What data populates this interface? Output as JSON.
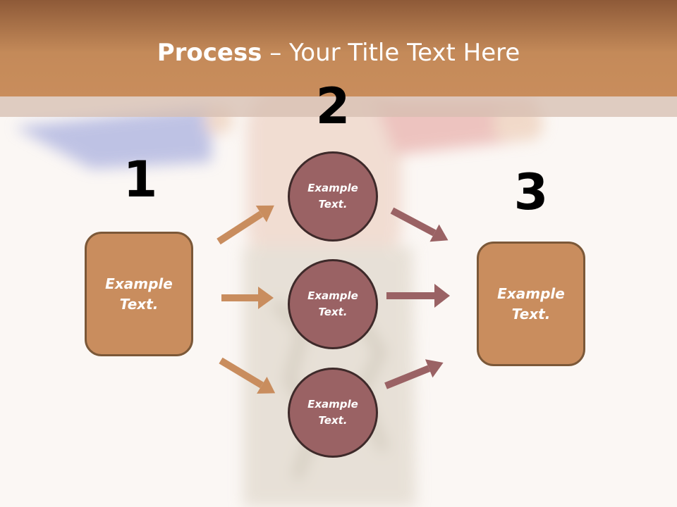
{
  "title": {
    "bold": "Process",
    "rest": " – Your Title Text Here"
  },
  "steps": {
    "one": "1",
    "two": "2",
    "three": "3"
  },
  "left_box": {
    "text": "Example Text."
  },
  "right_box": {
    "text": "Example Text."
  },
  "circles": [
    {
      "text": "Example Text."
    },
    {
      "text": "Example Text."
    },
    {
      "text": "Example Text."
    }
  ],
  "colors": {
    "box_fill": "#c98d5e",
    "circle_fill": "#9a6264",
    "arrow_in": "#c98d5e",
    "arrow_out": "#9a6264",
    "title_band": "#c48a59"
  }
}
